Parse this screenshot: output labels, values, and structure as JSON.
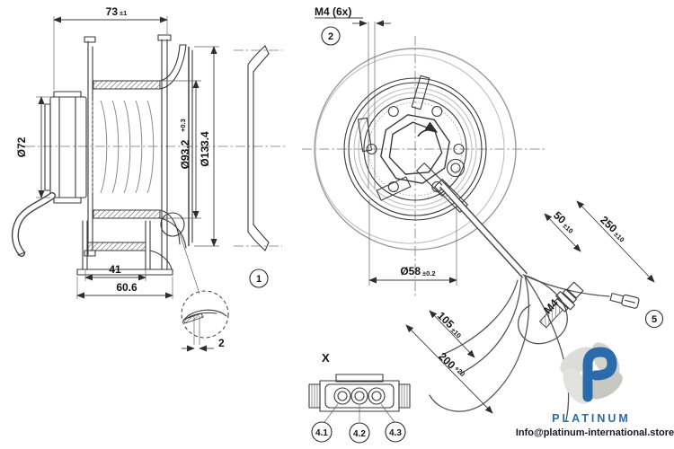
{
  "side_view": {
    "width": "73",
    "width_tol": "±1",
    "motor_dia": "Ø72",
    "shroud_dia": "Ø93.2",
    "shroud_dia_tol": "+0.3",
    "impeller_dia": "Ø133.4",
    "inner_depth": "41",
    "housing_depth": "60.6",
    "seam_gap": "2",
    "inlet_ring_callout": "1"
  },
  "front_view": {
    "screw_spec": "M4 (6x)",
    "screw_callout": "2",
    "pitch_circle_dia": "Ø58",
    "pitch_circle_tol": "±0.2"
  },
  "cable": {
    "stud_length": "50",
    "stud_length_tol": "±10",
    "lead_length": "250",
    "lead_length_tol": "±10",
    "branch_length": "105",
    "branch_length_tol": "±10",
    "total_length": "200",
    "total_length_tol": "+20",
    "stud_thread": "M4",
    "terminal_callout": "5"
  },
  "connector": {
    "label": "X",
    "pins": [
      "4.1",
      "4.2",
      "4.3"
    ]
  },
  "branding": {
    "name": "PLATINUM",
    "email": "Info@platinum-international.store",
    "accent_blue": "#2a6cab",
    "petal_gray": "#d8d8d4",
    "line_dark": "#3a3a3a",
    "line_gray": "#9a9a9a"
  }
}
